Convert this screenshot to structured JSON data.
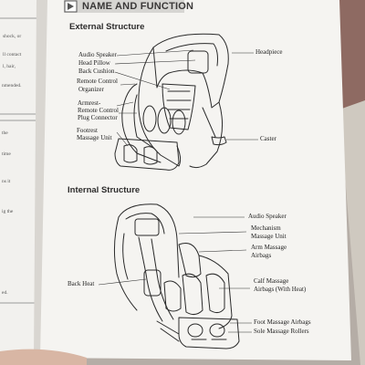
{
  "header": {
    "title": "NAME AND FUNCTION"
  },
  "left_page_fragments": [
    "shock, or",
    "ll contact",
    "l, hair,",
    "nmended.",
    "the",
    "time",
    "ns it",
    "ig the",
    "ed."
  ],
  "external": {
    "title": "External Structure",
    "labels": {
      "audio_speaker": "Audio Speaker",
      "head_pillow": "Head Pillow",
      "back_cushion": "Back Cushion",
      "remote_organizer_1": "Remote Control",
      "remote_organizer_2": "Organizer",
      "armrest": "Armrest-",
      "remote_plug_1": "Remote Control",
      "remote_plug_2": "Plug Connector",
      "footrest_1": "Footrest",
      "footrest_2": "Massage Unit",
      "headpiece": "Headpiece",
      "caster": "Caster"
    }
  },
  "internal": {
    "title": "Internal Structure",
    "labels": {
      "audio_speaker": "Audio Speaker",
      "mechanism_1": "Mechanism",
      "mechanism_2": "Massage Unit",
      "arm_1": "Arm Massage",
      "arm_2": "Airbags",
      "back_heat": "Back Heat",
      "calf_1": "Calf Massage",
      "calf_2": "Airbags (With Heat)",
      "foot_airbags": "Foot Massage Airbags",
      "sole_rollers": "Sole Massage Rollers"
    }
  }
}
